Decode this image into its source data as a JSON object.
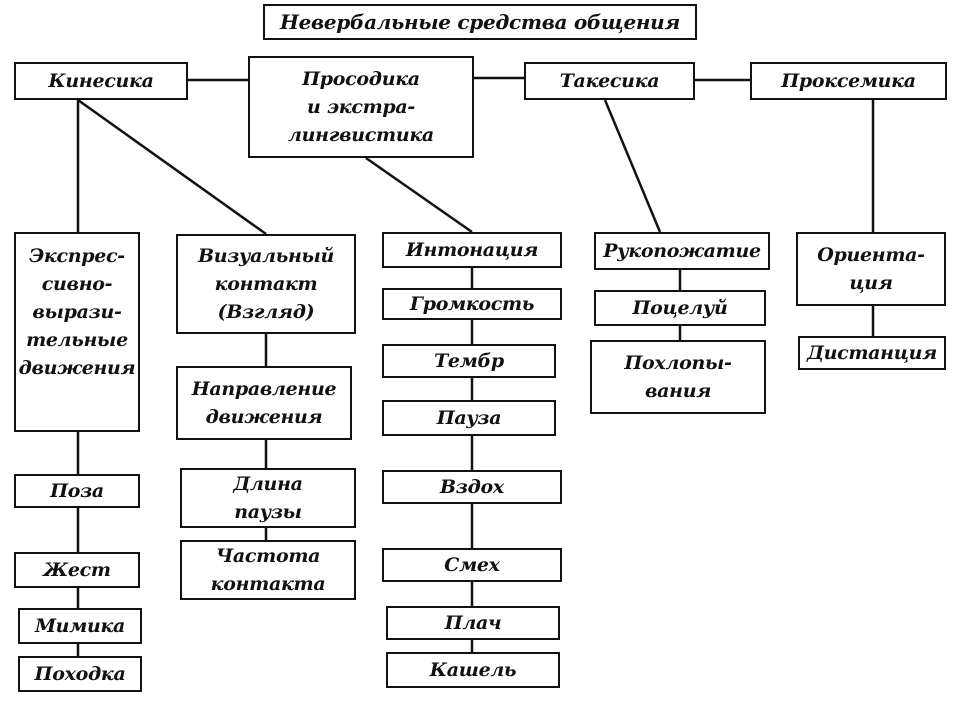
{
  "title": "Невербальные средства общения",
  "categories": {
    "kinesika": "Кинесика",
    "prosodika": "Просодика\nи экстра-\nлингвистика",
    "takesika": "Такесика",
    "proksemika": "Проксемика"
  },
  "kinesika": {
    "expressive": "Экспрес-\nсивно-\nвырази-\nтельные\nдвижения",
    "items": [
      "Поза",
      "Жест",
      "Мимика",
      "Походка"
    ]
  },
  "visual": {
    "contact": "Визуальный\nконтакт\n(Взгляд)",
    "items": [
      "Направление\nдвижения",
      "Длина\nпаузы",
      "Частота\nконтакта"
    ]
  },
  "prosodika": {
    "items": [
      "Интонация",
      "Громкость",
      "Тембр",
      "Пауза",
      "Вздох",
      "Смех",
      "Плач",
      "Кашель"
    ]
  },
  "takesika": {
    "items": [
      "Рукопожатие",
      "Поцелуй",
      "Похлопы-\nвания"
    ]
  },
  "proksemika": {
    "items": [
      "Ориента-\nция",
      "Дистанция"
    ]
  }
}
